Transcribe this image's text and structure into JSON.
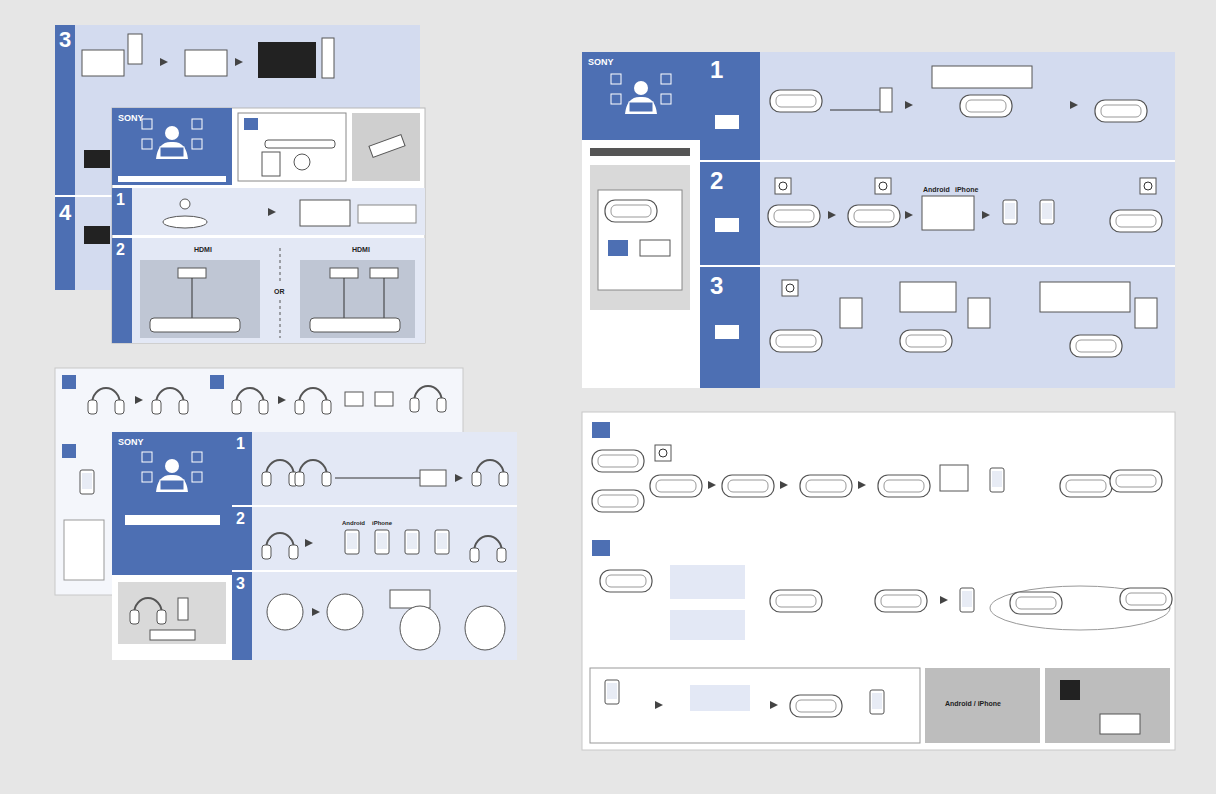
{
  "diagram": {
    "nodes": [
      {
        "text": [
          "3"
        ]
      },
      {
        "text": [
          "4"
        ]
      },
      {
        "text": [
          "SONY"
        ]
      },
      {
        "text": [
          "1"
        ],
        "in": 2
      },
      {
        "text": [
          "2"
        ],
        "in": 2
      },
      {
        "text": [
          "SONY"
        ]
      },
      {
        "text": [
          "1"
        ],
        "in": 5
      },
      {
        "text": [
          "2"
        ],
        "in": 5
      },
      {
        "text": [
          "3"
        ],
        "in": 5
      },
      {
        "text": [
          "SONY"
        ]
      },
      {
        "text": [
          "1"
        ],
        "in": 9
      },
      {
        "text": [
          "2"
        ],
        "in": 9
      },
      {
        "text": [
          "3"
        ],
        "in": 9
      }
    ],
    "labels": [
      "HDMI",
      "OR",
      "HDMI",
      "Android",
      "iPhone",
      "Android",
      "iPhone",
      "Android / iPhone"
    ]
  }
}
